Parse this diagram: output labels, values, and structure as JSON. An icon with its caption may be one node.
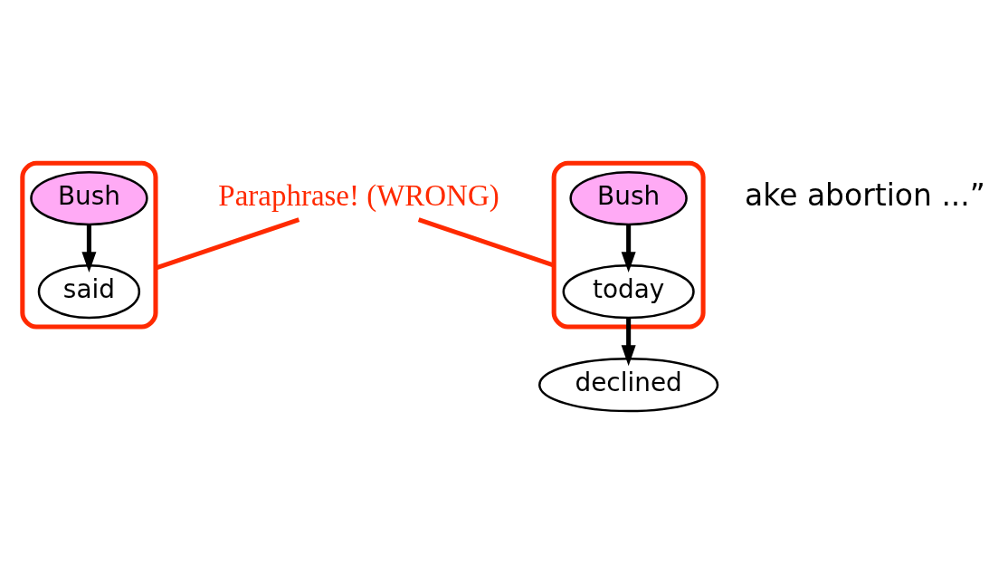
{
  "diagram": {
    "nodes": [
      {
        "text": [],
        "shape": "ellipse"
      },
      {
        "text": [
          "Bush"
        ],
        "in": 0
      },
      {
        "text": [
          "said"
        ],
        "in": 0
      },
      {
        "text": [],
        "shape": "ellipse"
      },
      {
        "text": [
          "Bush"
        ],
        "in": 3
      },
      {
        "text": [
          "today"
        ],
        "in": 3
      },
      {
        "text": [
          "declined"
        ]
      },
      {
        "text": [
          "Paraphrase! (WRONG)"
        ]
      }
    ],
    "edges": [
      {
        "from": 1,
        "to": 2,
        "arrow": "to"
      },
      {
        "from": 4,
        "to": 5,
        "arrow": "to"
      },
      {
        "from": 5,
        "to": 6,
        "arrow": "to"
      },
      {
        "from": 7,
        "to": 0,
        "arrow": "none",
        "color": "#ff2a00"
      },
      {
        "from": 7,
        "to": 3,
        "arrow": "none",
        "color": "#ff2a00"
      }
    ],
    "labels": [
      "ake abortion ...”"
    ]
  }
}
